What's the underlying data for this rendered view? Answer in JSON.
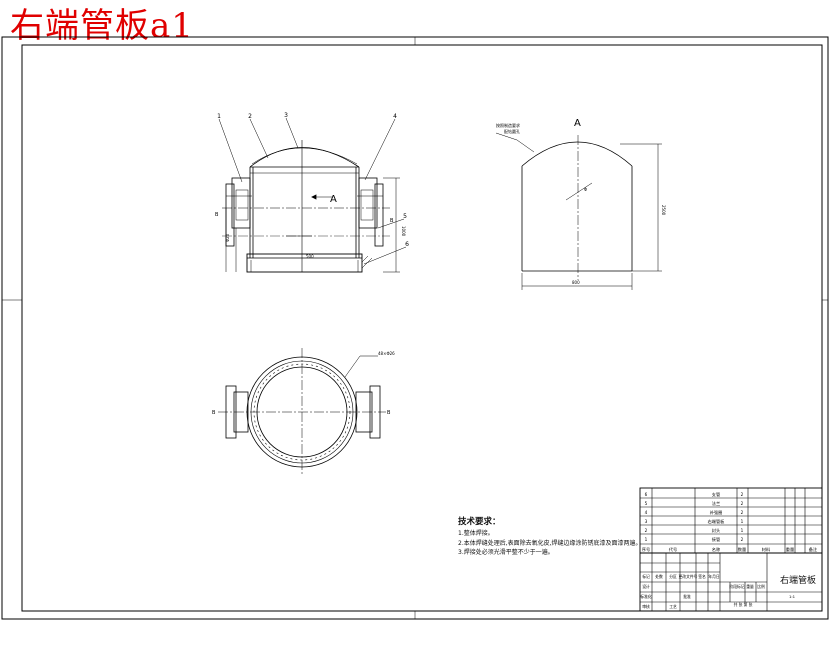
{
  "heading": "右端管板a1",
  "front_view": {
    "balloons": [
      "1",
      "2",
      "3",
      "4",
      "5",
      "6"
    ],
    "section_mark": "A",
    "section_letters": [
      "B",
      "B"
    ],
    "dims": [
      "500",
      "1000",
      "Φ20"
    ]
  },
  "side_view": {
    "label": "A",
    "callout": "按照制造要求\n配钻圆孔",
    "dims": [
      "Φ",
      "800",
      "2500"
    ]
  },
  "plan_view": {
    "letters": [
      "B",
      "B"
    ],
    "dim": "48×Φ26"
  },
  "notes": {
    "title": "技术要求：",
    "lines": [
      "1.整体焊接。",
      "2.本体焊缝处理后,表面除去氧化皮,焊缝边缘涂防锈底漆及面漆两遍。",
      "3.焊接处必须光滑平整不少于一遍。"
    ]
  },
  "title_block": {
    "drawing_title": "右端管板",
    "bom_rows": [
      [
        "6",
        "",
        "支管",
        "2",
        "",
        "",
        ""
      ],
      [
        "5",
        "",
        "法兰",
        "2",
        "",
        "",
        ""
      ],
      [
        "4",
        "",
        "补强圈",
        "2",
        "",
        "",
        ""
      ],
      [
        "3",
        "",
        "右端管板",
        "1",
        "",
        "",
        ""
      ],
      [
        "2",
        "",
        "封头",
        "1",
        "",
        "",
        ""
      ],
      [
        "1",
        "",
        "接管",
        "2",
        "",
        "",
        ""
      ]
    ],
    "bom_header": [
      "序号",
      "代号",
      "名称",
      "数量",
      "材料",
      "重量",
      "备注"
    ],
    "cells": [
      "标记",
      "处数",
      "分区",
      "更改文件号",
      "签名",
      "年月日",
      "设计",
      "标准化",
      "审核",
      "工艺",
      "批准",
      "阶段标记",
      "重量",
      "比例",
      "共 张 第 张",
      "1:1"
    ]
  },
  "colors": {
    "heading": "#e00000",
    "line": "#000000",
    "background": "#ffffff"
  }
}
